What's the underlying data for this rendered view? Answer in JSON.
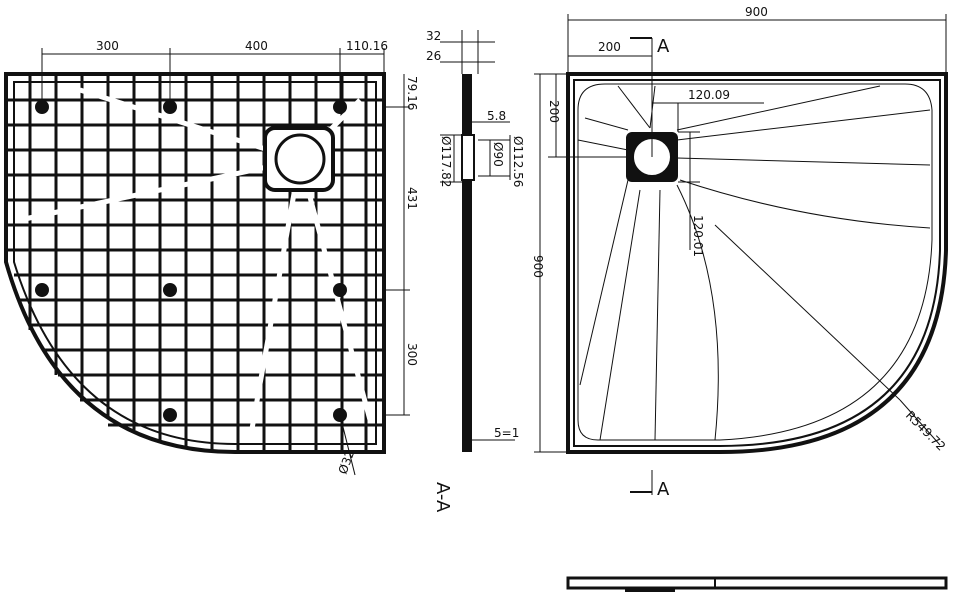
{
  "bottom_view": {
    "dims": {
      "d300_top": "300",
      "d400_top": "400",
      "d110": "110.16",
      "d79": "79.16",
      "d431": "431",
      "d300_right": "300",
      "d32": "Ø32"
    }
  },
  "section": {
    "dims": {
      "d32": "32",
      "d26": "26",
      "d58": "5.8",
      "d117": "Ø117.82",
      "d90": "Ø90",
      "d112": "Ø112.56",
      "d5": "5=1"
    },
    "label": "A-A"
  },
  "top_view": {
    "dims": {
      "d900_top": "900",
      "d200_top": "200",
      "d200_left": "200",
      "d900_left": "900",
      "d120_09": "120.09",
      "d120_01": "120.01",
      "radius": "R549.72"
    },
    "section_mark_top": "A",
    "section_mark_bottom": "A"
  }
}
